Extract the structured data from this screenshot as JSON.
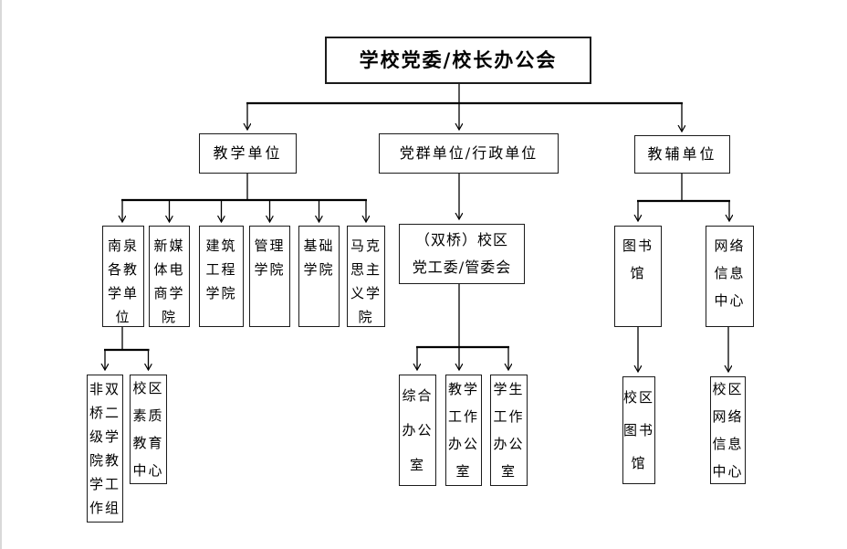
{
  "page": {
    "background": "#ffffff",
    "line_color": "#000000",
    "border_color": "#1b1b1b"
  },
  "nodes": {
    "root": "学校党委/校长办公会",
    "teaching_unit": "教学单位",
    "party_admin_unit": "党群单位/行政单位",
    "support_unit": "教辅单位",
    "nanquan_units": "南泉\n各教\n学单\n位",
    "new_media_college": "新媒\n体电\n商学\n院",
    "construction_college": "建筑\n工程\n学院",
    "management_college": "管理\n学院",
    "foundation_college": "基础\n学院",
    "marxism_college": "马克\n思主\n义学\n院",
    "shuangqiao_committee": "（双桥）校区\n党工委/管委会",
    "library": "图书\n馆",
    "network_info_center": "网络\n信息\n中心",
    "non_shuangqiao_group": "非双\n桥二\n级学\n院教\n学工\n作组",
    "quality_edu_center": "校区\n素质\n教育\n中心",
    "general_office": "综合\n办公\n室",
    "teaching_affairs_office": "教学\n工作\n办公\n室",
    "student_affairs_office": "学生\n工作\n办公\n室",
    "campus_library": "校区\n图书\n馆",
    "campus_network_center": "校区\n网络\n信息\n中心"
  }
}
